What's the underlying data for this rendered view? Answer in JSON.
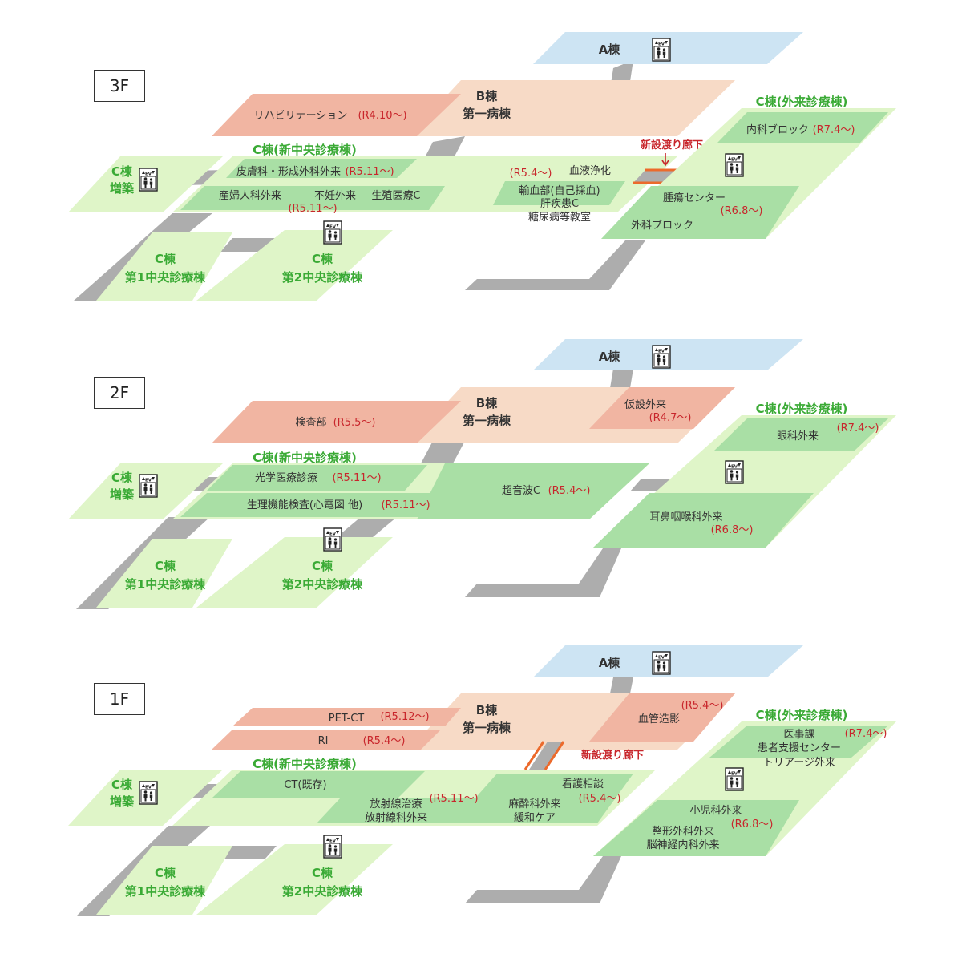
{
  "colors": {
    "gray": "#adadad",
    "blue": "#cde4f3",
    "peach": "#f7dac6",
    "salmon": "#f1b5a2",
    "pale_green": "#dff5c8",
    "mid_green": "#a9dfa5",
    "green_text": "#3aaa35",
    "red_text": "#c8262c",
    "orange_line": "#ec6a2c",
    "text": "#333333"
  },
  "icons": {
    "elevator": "elevator-icon",
    "arrow": "arrow-down-icon"
  },
  "elevator_label": "EV",
  "floors": [
    {
      "label": "3F",
      "a_building": "A棟",
      "b_building": [
        "B棟",
        "第一病棟"
      ],
      "c_new_center": "C棟(新中央診療棟)",
      "c_outpatient": "C棟(外来診療棟)",
      "c_annex": [
        "C棟",
        "増築"
      ],
      "c_first_center": [
        "C棟",
        "第1中央診療棟"
      ],
      "c_second_center": [
        "C棟",
        "第2中央診療棟"
      ],
      "new_corridor": "新設渡り廊下",
      "depts": [
        {
          "name": "リハビリテーション",
          "date": "(R4.10〜)"
        },
        {
          "name": "皮膚科・形成外科外来",
          "date": "(R5.11〜)"
        },
        {
          "name": "産婦人科外来"
        },
        {
          "name": "不妊外来"
        },
        {
          "name": "生殖医療C"
        },
        {
          "date": "(R5.11〜)"
        },
        {
          "name": "血液浄化"
        },
        {
          "date": "(R5.4〜)"
        },
        {
          "name": "輸血部(自己採血)"
        },
        {
          "name": "肝疾患C"
        },
        {
          "name": "糖尿病等教室"
        },
        {
          "name": "内科ブロック",
          "date": "(R7.4〜)"
        },
        {
          "name": "腫瘍センター"
        },
        {
          "date": "(R6.8〜)"
        },
        {
          "name": "外科ブロック"
        }
      ]
    },
    {
      "label": "2F",
      "a_building": "A棟",
      "b_building": [
        "B棟",
        "第一病棟"
      ],
      "c_new_center": "C棟(新中央診療棟)",
      "c_outpatient": "C棟(外来診療棟)",
      "c_annex": [
        "C棟",
        "増築"
      ],
      "c_first_center": [
        "C棟",
        "第1中央診療棟"
      ],
      "c_second_center": [
        "C棟",
        "第2中央診療棟"
      ],
      "depts": [
        {
          "name": "検査部",
          "date": "(R5.5〜)"
        },
        {
          "name": "仮設外来"
        },
        {
          "date": "(R4.7〜)"
        },
        {
          "name": "光学医療診療",
          "date": "(R5.11〜)"
        },
        {
          "name": "生理機能検査(心電図 他)",
          "date": "(R5.11〜)"
        },
        {
          "name": "超音波C",
          "date": "(R5.4〜)"
        },
        {
          "name": "眼科外来"
        },
        {
          "date": "(R7.4〜)"
        },
        {
          "name": "耳鼻咽喉科外来"
        },
        {
          "date": "(R6.8〜)"
        }
      ]
    },
    {
      "label": "1F",
      "a_building": "A棟",
      "b_building": [
        "B棟",
        "第一病棟"
      ],
      "c_new_center": "C棟(新中央診療棟)",
      "c_outpatient": "C棟(外来診療棟)",
      "c_annex": [
        "C棟",
        "増築"
      ],
      "c_first_center": [
        "C棟",
        "第1中央診療棟"
      ],
      "c_second_center": [
        "C棟",
        "第2中央診療棟"
      ],
      "new_corridor": "新設渡り廊下",
      "depts": [
        {
          "name": "PET-CT",
          "date": "(R5.12〜)"
        },
        {
          "name": "RI",
          "date": "(R5.4〜)"
        },
        {
          "name": "血管造影"
        },
        {
          "date": "(R5.4〜)"
        },
        {
          "name": "CT(既存)"
        },
        {
          "name": "放射線治療"
        },
        {
          "date": "(R5.11〜)"
        },
        {
          "name": "放射線科外来"
        },
        {
          "name": "看護相談"
        },
        {
          "name": "麻酔科外来"
        },
        {
          "date": "(R5.4〜)"
        },
        {
          "name": "緩和ケア"
        },
        {
          "name": "医事課"
        },
        {
          "date": "(R7.4〜)"
        },
        {
          "name": "患者支援センター"
        },
        {
          "name": "トリアージ外来"
        },
        {
          "name": "小児科外来"
        },
        {
          "name": "整形外科外来"
        },
        {
          "date": "(R6.8〜)"
        },
        {
          "name": "脳神経内科外来"
        }
      ]
    }
  ]
}
